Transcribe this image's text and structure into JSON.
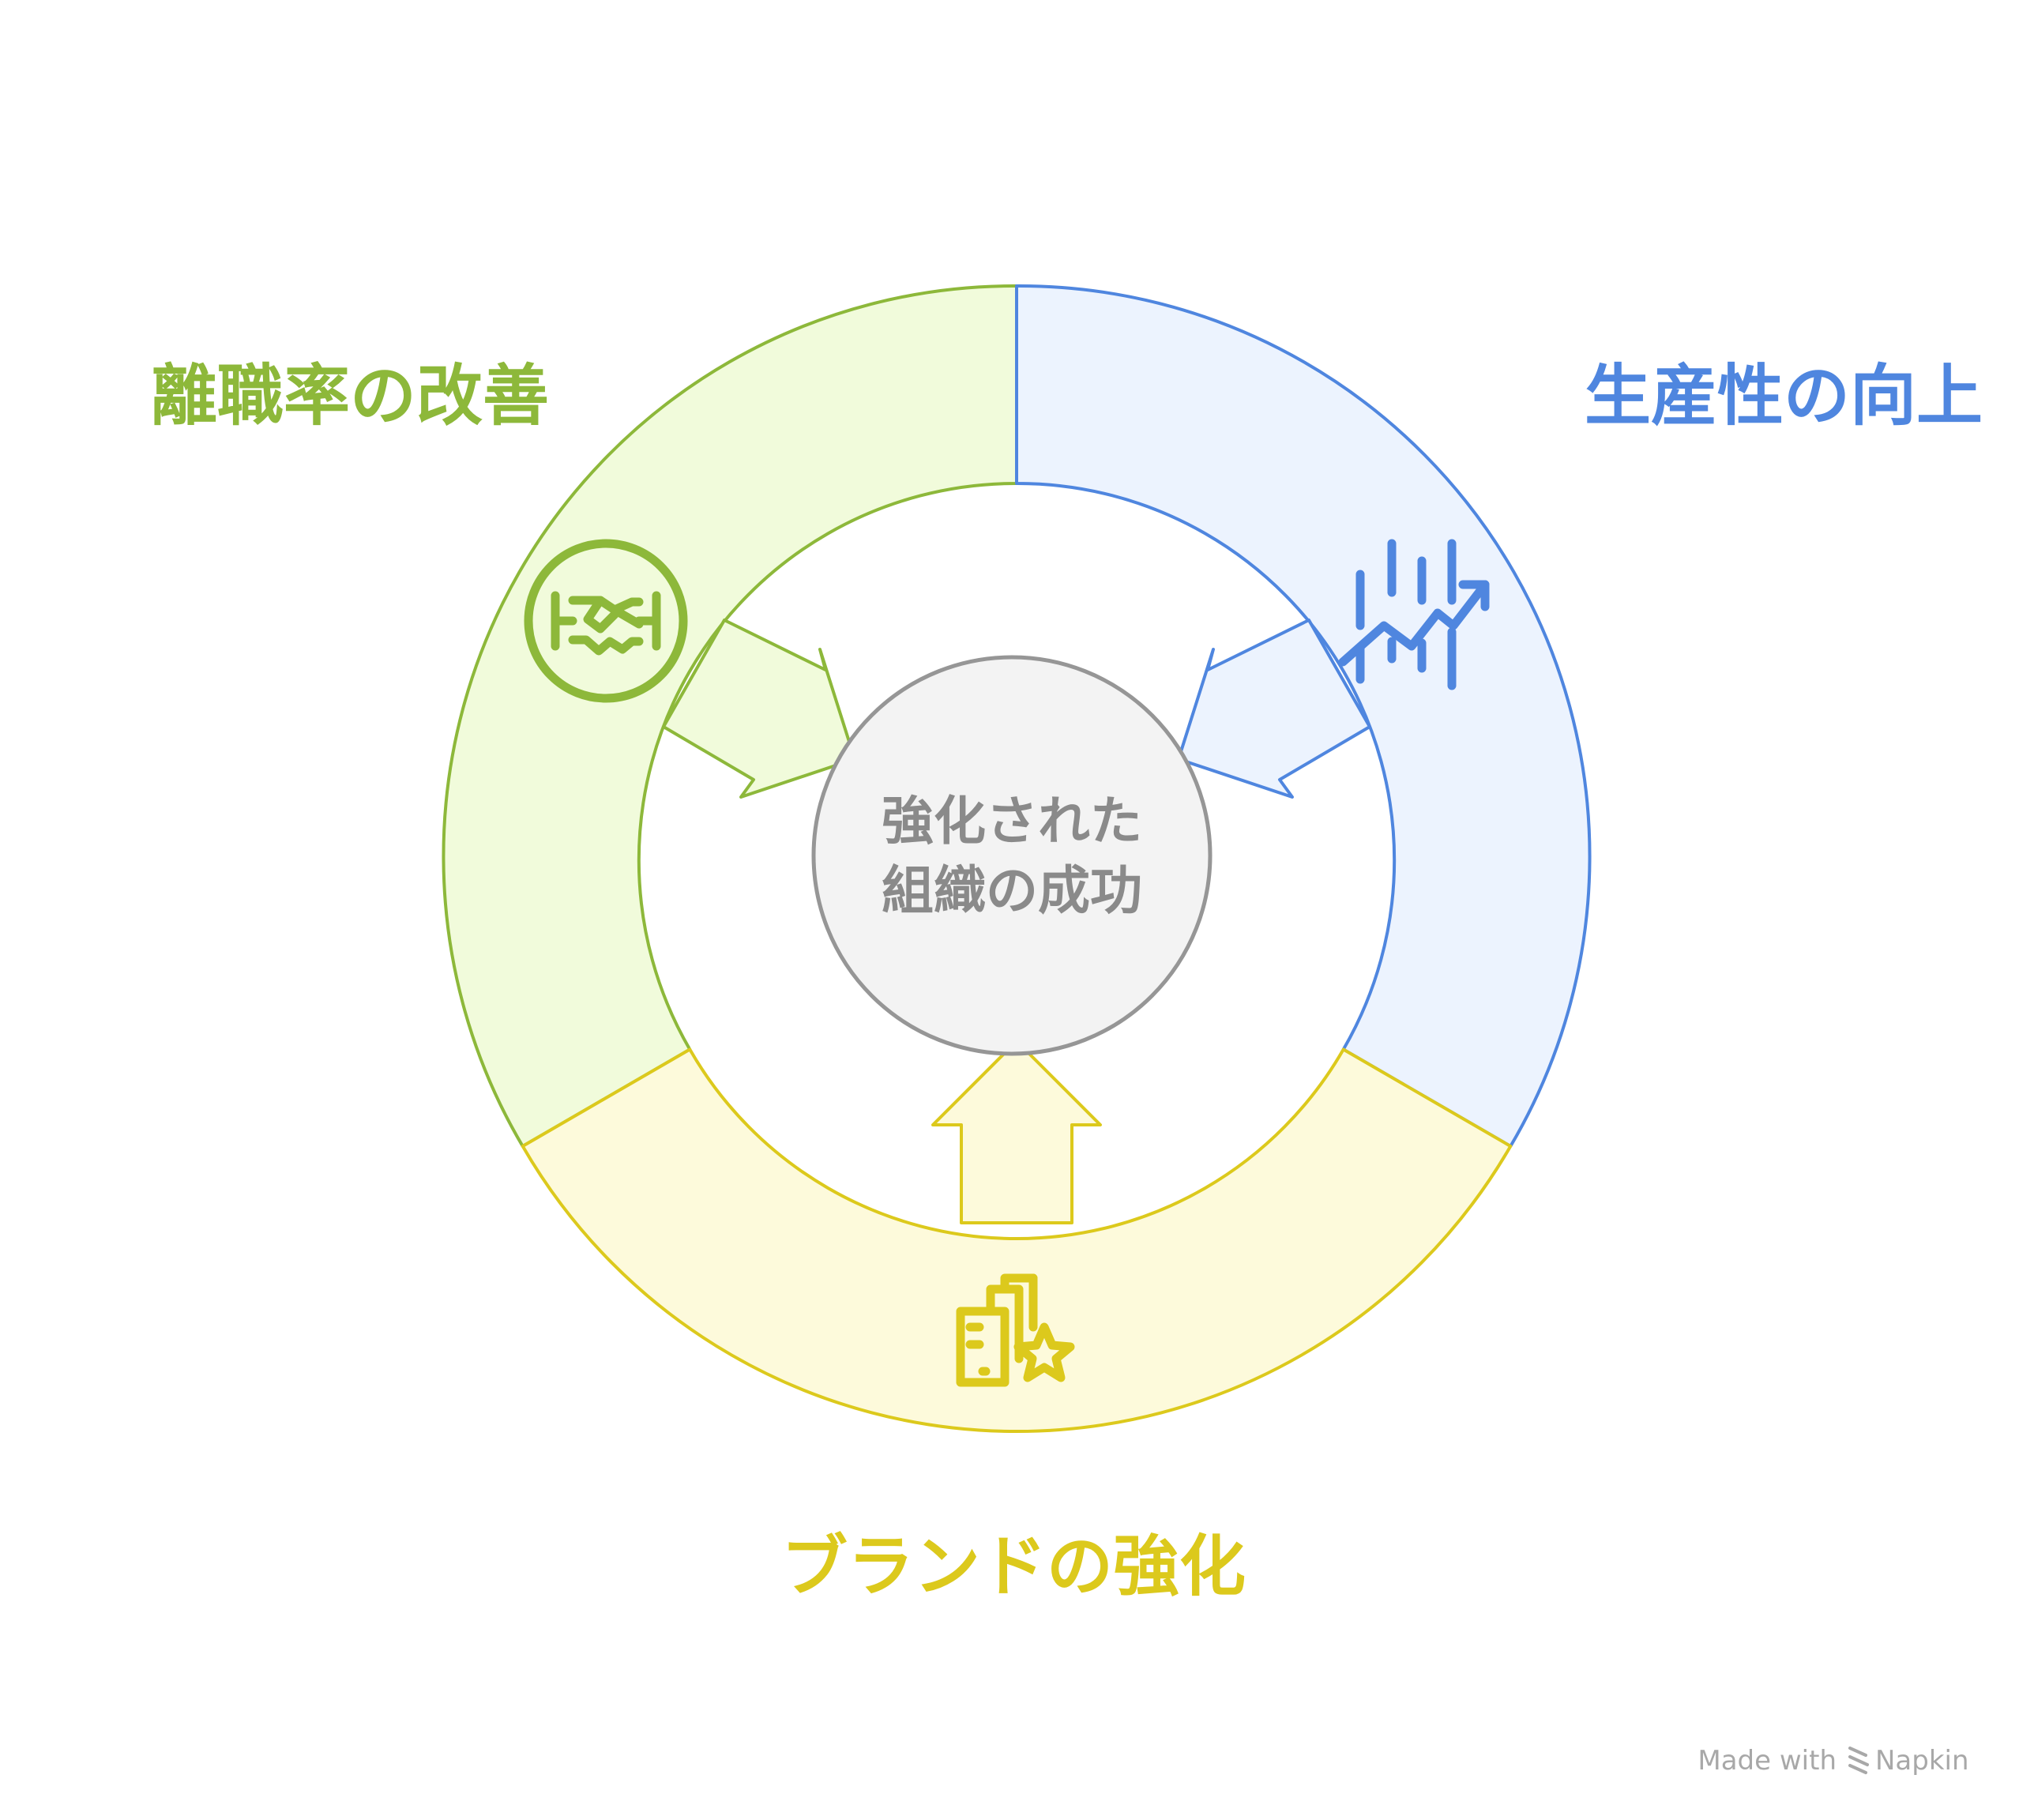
{
  "center": {
    "line1": "強化された",
    "line2": "組織の成功",
    "fill": "#f3f3f3",
    "stroke": "#969696",
    "text_color": "#8a8a8a"
  },
  "segments": [
    {
      "label": "離職率の改善",
      "icon": "handshake-icon",
      "fill": "#f1fbdb",
      "stroke": "#8db83a",
      "text_color": "#8db83a"
    },
    {
      "label": "生産性の向上",
      "icon": "growth-chart-icon",
      "fill": "#ecf3fe",
      "stroke": "#4f86df",
      "text_color": "#4f86df"
    },
    {
      "label": "ブランドの強化",
      "icon": "building-star-icon",
      "fill": "#fdfadb",
      "stroke": "#dcc91c",
      "text_color": "#dcc91c"
    }
  ],
  "watermark": {
    "made_with": "Made with",
    "brand": "Napkin",
    "color": "#a8a8a8"
  }
}
